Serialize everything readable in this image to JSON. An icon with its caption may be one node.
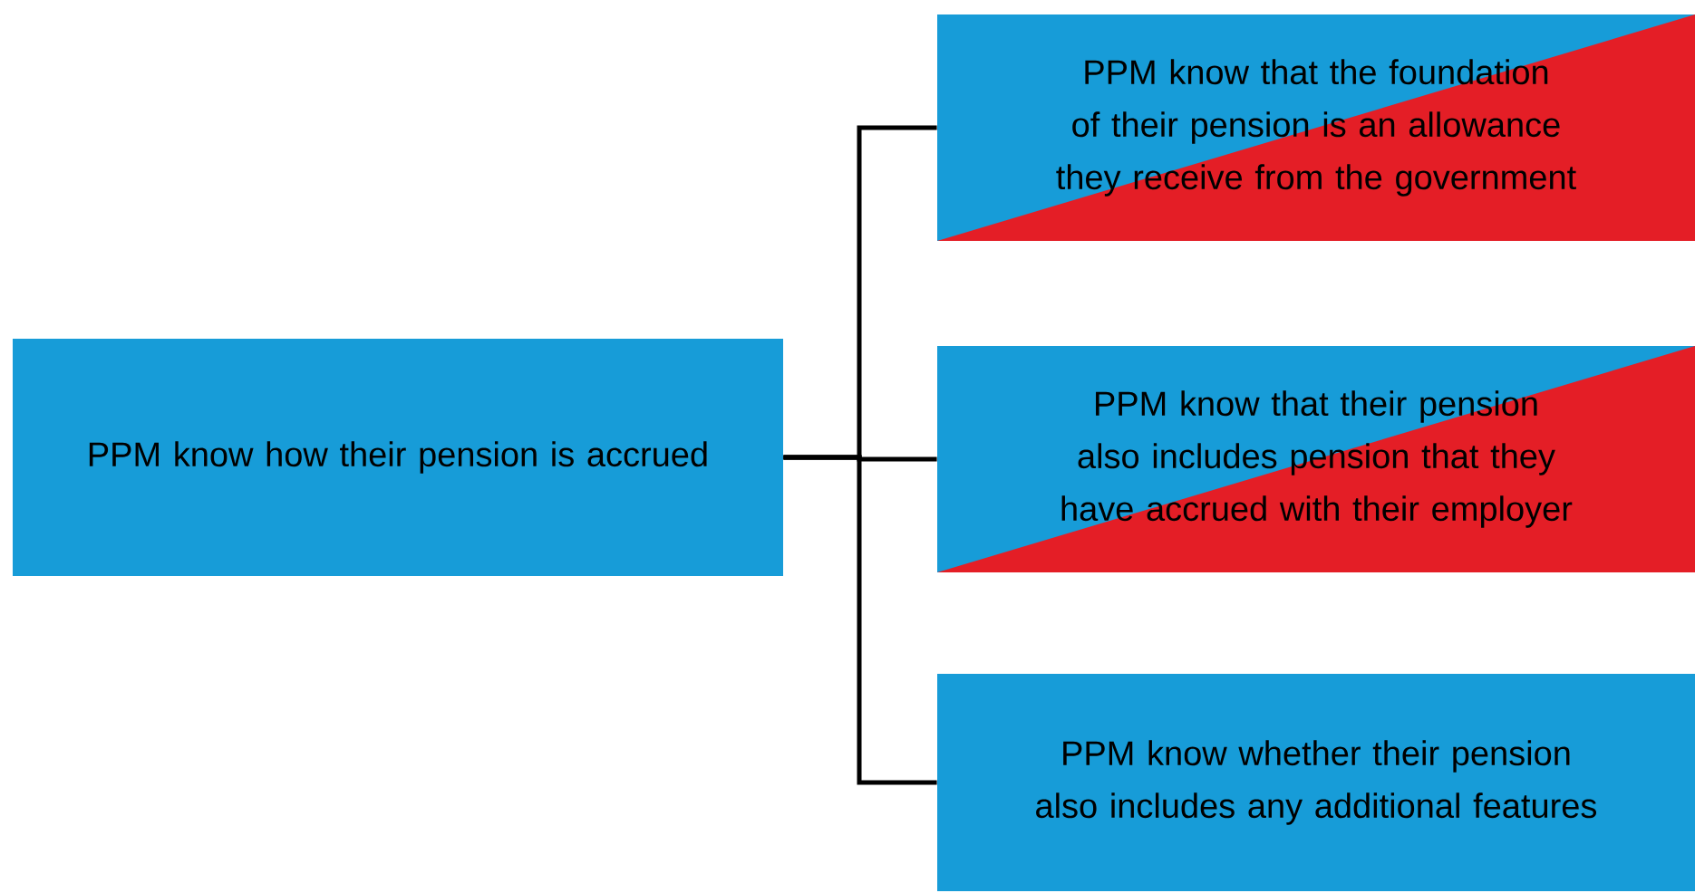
{
  "diagram": {
    "nodes": [
      {
        "text": [
          "PPM know how their pension is accrued"
        ]
      },
      {
        "text": [
          "PPM know that the foundation of their pension is an allowance they receive from the government"
        ]
      },
      {
        "text": [
          "PPM know that their pension also includes pension that they  have accrued with their employer"
        ]
      },
      {
        "text": [
          "PPM know whether their pension also includes any additional features"
        ]
      }
    ],
    "edges": [
      {
        "from": 0,
        "to": 1,
        "arrow": "none"
      },
      {
        "from": 0,
        "to": 2,
        "arrow": "none"
      },
      {
        "from": 0,
        "to": 3,
        "arrow": "none"
      }
    ]
  }
}
